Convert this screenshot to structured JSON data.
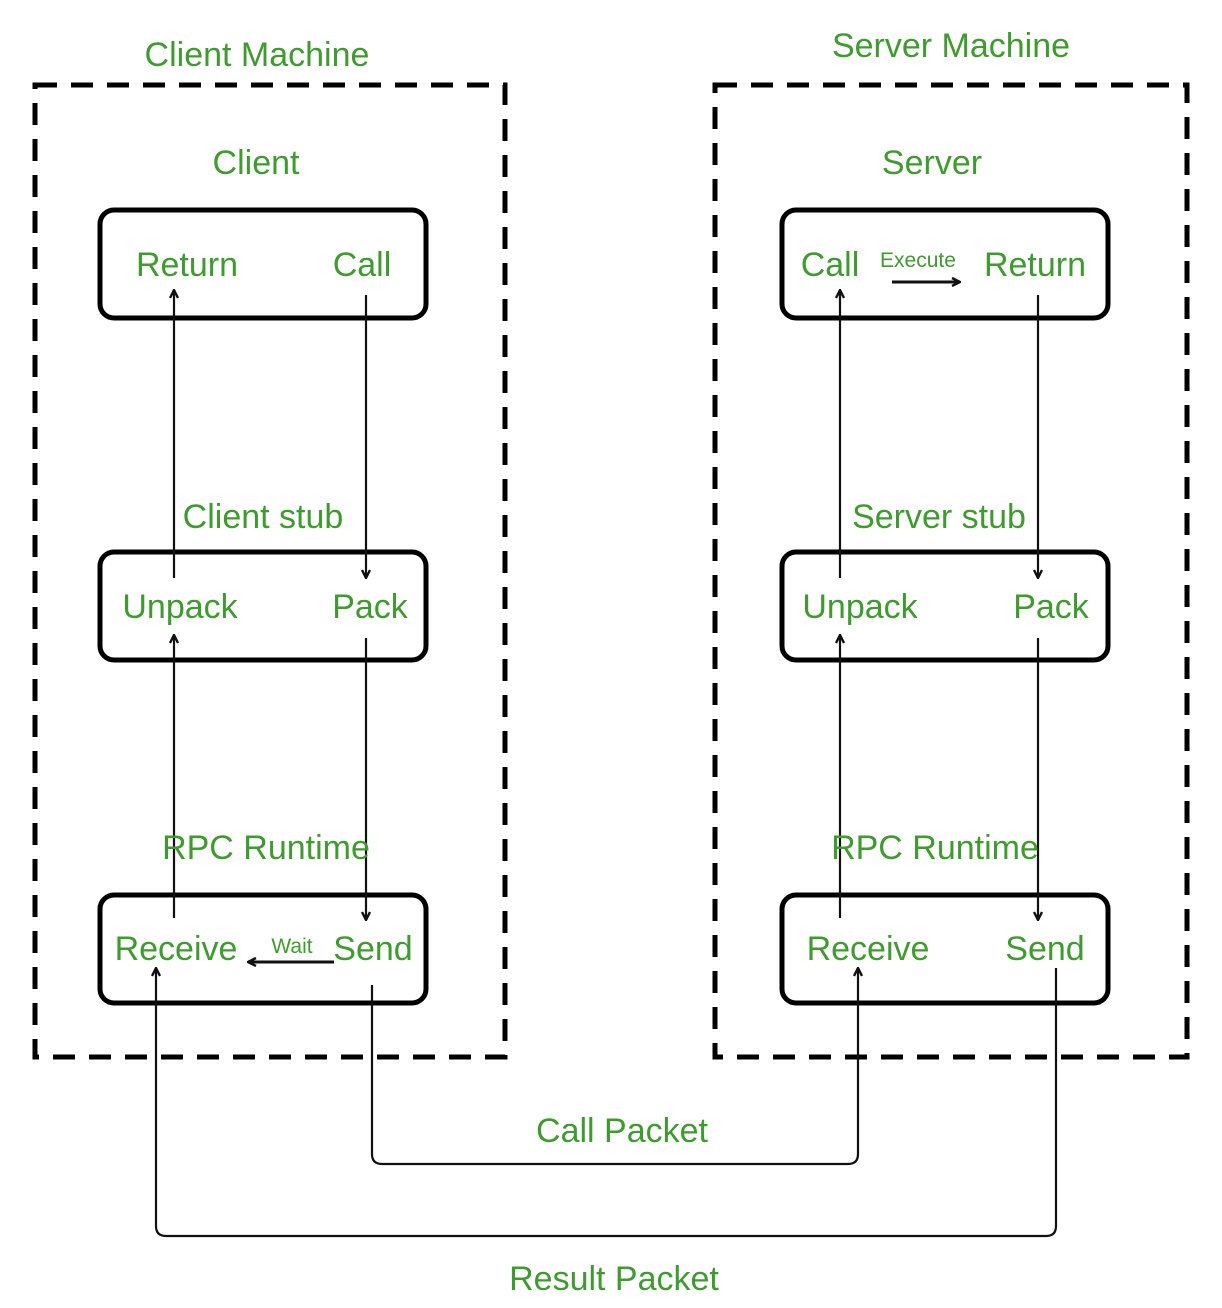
{
  "colors": {
    "label": "#3f9b2f",
    "line": "#111111",
    "border": "#000000",
    "background": "#ffffff"
  },
  "client_machine": {
    "title": "Client Machine",
    "client": {
      "title": "Client",
      "return_label": "Return",
      "call_label": "Call"
    },
    "stub": {
      "title": "Client stub",
      "unpack_label": "Unpack",
      "pack_label": "Pack"
    },
    "runtime": {
      "title": "RPC Runtime",
      "receive_label": "Receive",
      "wait_label": "Wait",
      "send_label": "Send"
    }
  },
  "server_machine": {
    "title": "Server Machine",
    "server": {
      "title": "Server",
      "call_label": "Call",
      "execute_label": "Execute",
      "return_label": "Return"
    },
    "stub": {
      "title": "Server stub",
      "unpack_label": "Unpack",
      "pack_label": "Pack"
    },
    "runtime": {
      "title": "RPC Runtime",
      "receive_label": "Receive",
      "send_label": "Send"
    }
  },
  "packets": {
    "call_packet": "Call Packet",
    "result_packet": "Result Packet"
  }
}
